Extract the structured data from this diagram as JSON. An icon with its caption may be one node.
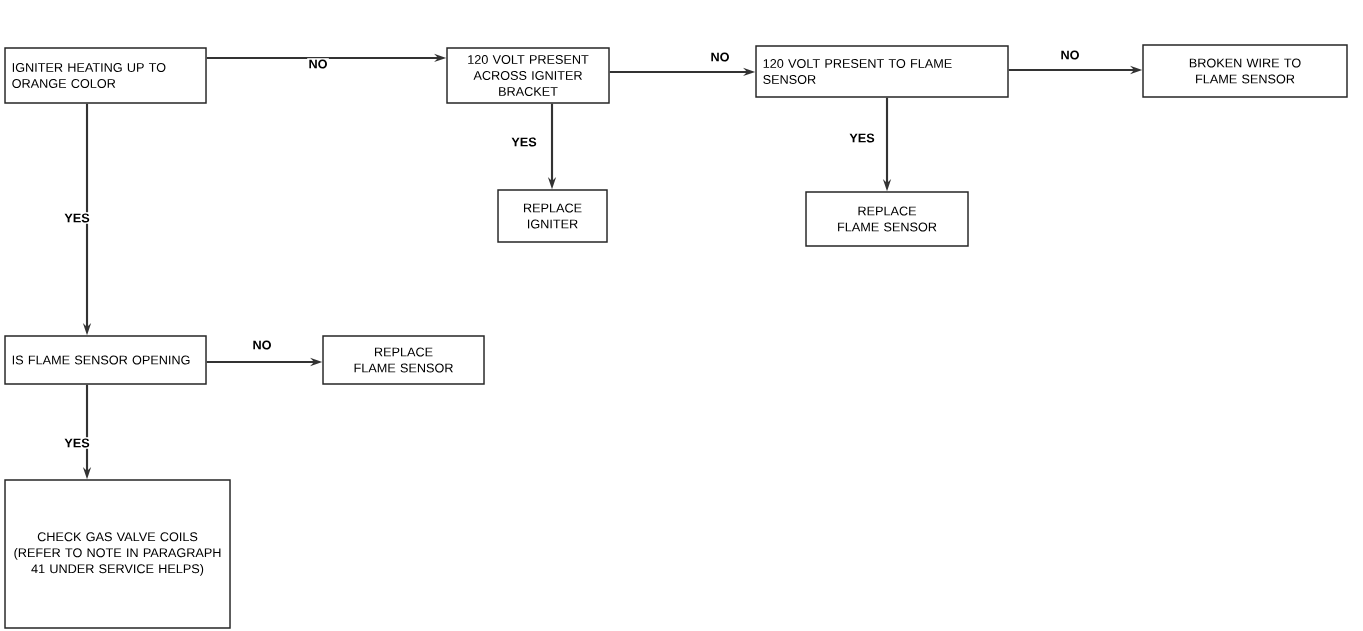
{
  "diagram": {
    "nodes": [
      {
        "text": [
          "IGNITER HEATING UP TO ORANGE COLOR"
        ]
      },
      {
        "text": [
          "120 VOLT PRESENT ACROSS IGNITER BRACKET"
        ]
      },
      {
        "text": [
          "120 VOLT PRESENT TO FLAME SENSOR"
        ]
      },
      {
        "text": [
          "BROKEN WIRE TO FLAME SENSOR"
        ]
      },
      {
        "text": [
          "REPLACE IGNITER"
        ]
      },
      {
        "text": [
          "REPLACE FLAME SENSOR"
        ]
      },
      {
        "text": [
          "IS FLAME SENSOR OPENING"
        ]
      },
      {
        "text": [
          "REPLACE FLAME SENSOR"
        ]
      },
      {
        "text": [
          "CHECK GAS VALVE COILS (REFER TO NOTE IN PARAGRAPH 41 UNDER SERVICE HELPS)"
        ]
      }
    ],
    "edges": [
      {
        "from": 0,
        "to": 1,
        "arrow": "to",
        "label": "NO"
      },
      {
        "from": 1,
        "to": 2,
        "arrow": "to",
        "label": "NO"
      },
      {
        "from": 2,
        "to": 3,
        "arrow": "to",
        "label": "NO"
      },
      {
        "from": 1,
        "to": 4,
        "arrow": "to",
        "label": "YES"
      },
      {
        "from": 2,
        "to": 5,
        "arrow": "to",
        "label": "YES"
      },
      {
        "from": 0,
        "to": 6,
        "arrow": "to",
        "label": "YES"
      },
      {
        "from": 6,
        "to": 7,
        "arrow": "to",
        "label": "NO"
      },
      {
        "from": 6,
        "to": 8,
        "arrow": "to",
        "label": "YES"
      }
    ]
  }
}
